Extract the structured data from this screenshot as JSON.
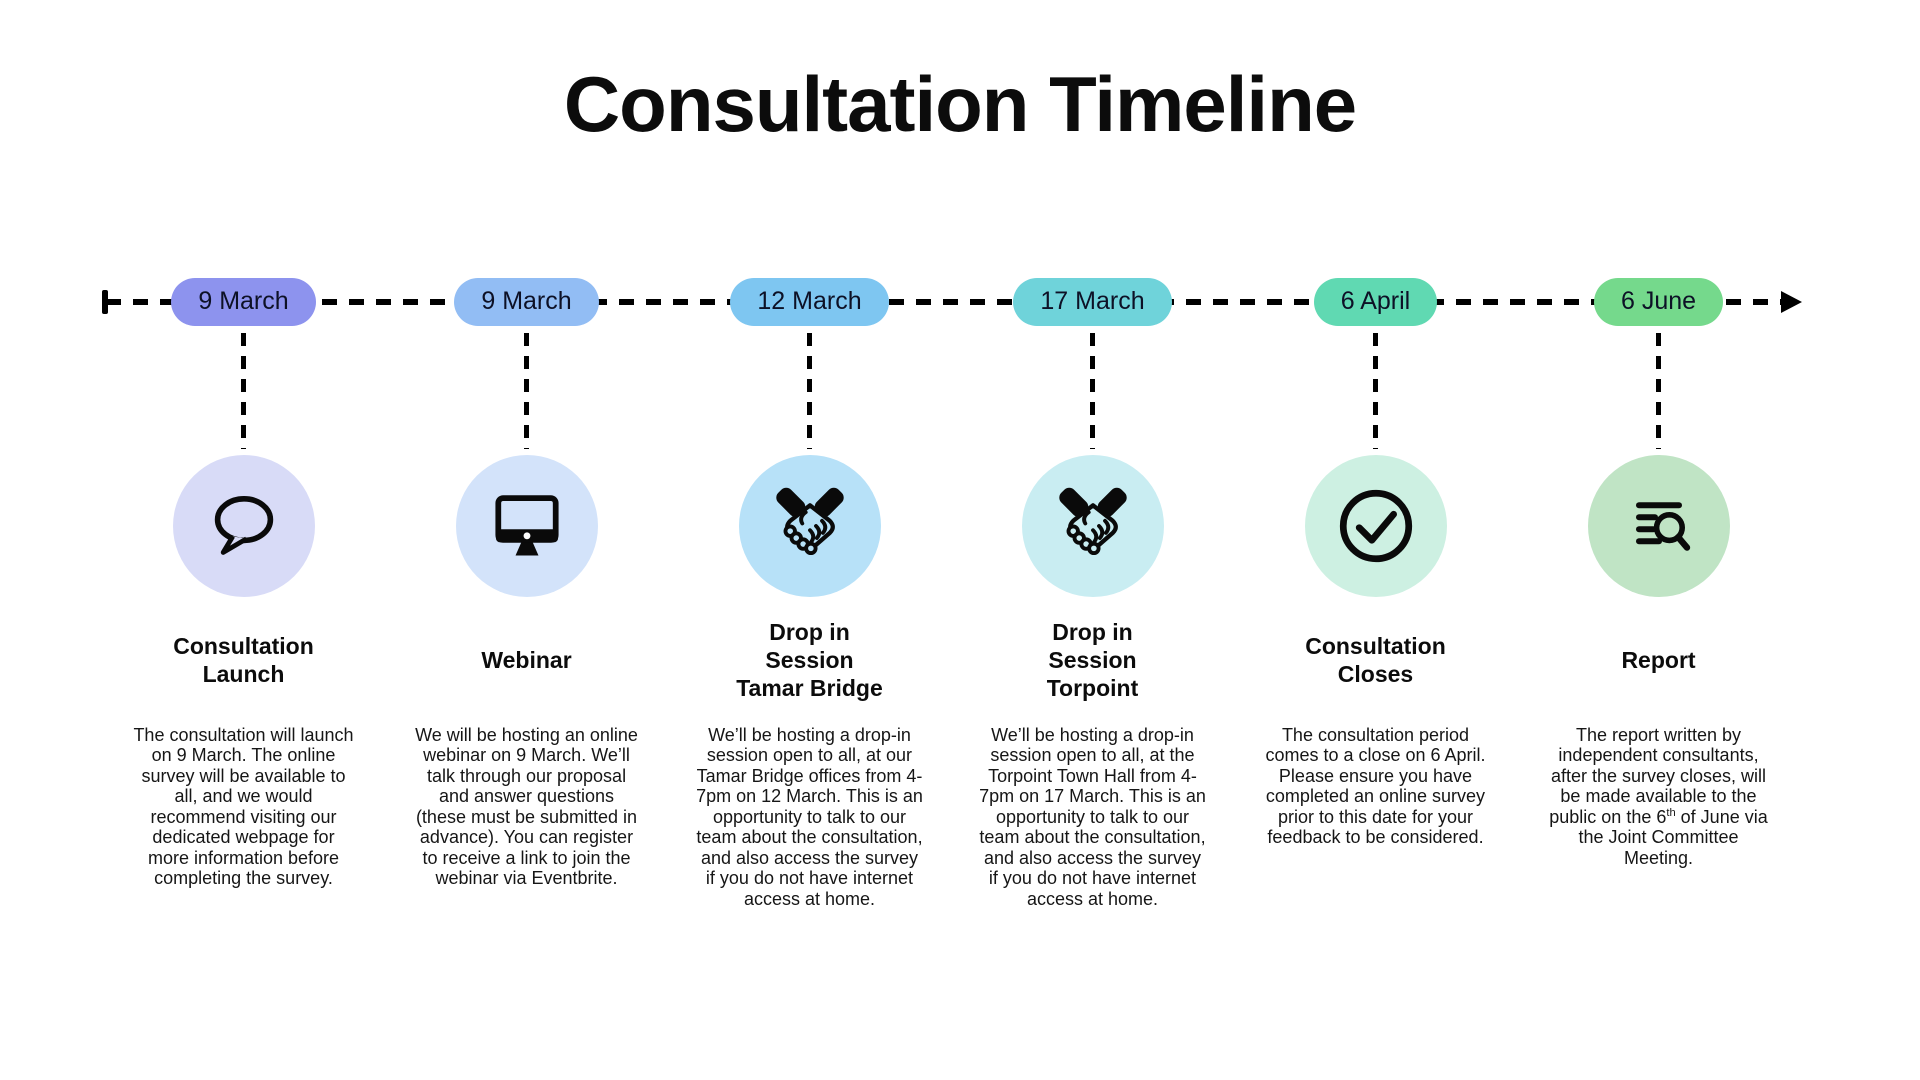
{
  "page": {
    "title": "Consultation Timeline",
    "background_color": "#ffffff"
  },
  "timeline": {
    "line_color": "#000000",
    "columns": [
      {
        "date": "9 March",
        "pill_color": "#8d93ee",
        "circle_color": "#d8dbf7",
        "icon": "speech-bubble-icon",
        "heading": "Consultation\nLaunch",
        "body": "The consultation will launch on 9 March. The online survey will be available to all, and we would recommend visiting our dedicated webpage for more information before completing the survey."
      },
      {
        "date": "9 March",
        "pill_color": "#92bdf4",
        "circle_color": "#d3e3fa",
        "icon": "monitor-icon",
        "heading": "Webinar",
        "body": "We will be hosting an online webinar on 9 March. We’ll talk through our proposal and answer questions (these must be submitted in advance). You can register to receive a link to join the webinar via Eventbrite."
      },
      {
        "date": "12 March",
        "pill_color": "#7ec6f1",
        "circle_color": "#b7e1f8",
        "icon": "handshake-icon",
        "heading": "Drop in\nSession\nTamar Bridge",
        "body": "We’ll be hosting a drop-in session open to all, at our Tamar Bridge offices from 4-7pm on 12 March. This is an opportunity to talk to our team about the consultation, and also access the survey if you do not have internet access at home."
      },
      {
        "date": "17 March",
        "pill_color": "#6fd3da",
        "circle_color": "#c9edf2",
        "icon": "handshake-icon",
        "heading": "Drop in\nSession\nTorpoint",
        "body": "We’ll be hosting a drop-in session open to all, at the Torpoint Town Hall from 4-7pm on 17 March. This is an opportunity to talk to our team about the consultation, and also access the survey if you do not have internet access at home."
      },
      {
        "date": "6 April",
        "pill_color": "#60d9b2",
        "circle_color": "#cdf0e2",
        "icon": "check-circle-icon",
        "heading": "Consultation\nCloses",
        "body": "The consultation period comes to a close on 6 April. Please ensure you have completed an online survey prior to this date for your feedback to be considered."
      },
      {
        "date": "6 June",
        "pill_color": "#75d98c",
        "circle_color": "#c0e4c5",
        "icon": "report-search-icon",
        "heading": "Report",
        "body_before": "The report written by independent consultants, after the survey closes, will be made available to the public on the 6",
        "body_sup": "th",
        "body_after": " of June via the Joint Committee Meeting."
      }
    ]
  }
}
